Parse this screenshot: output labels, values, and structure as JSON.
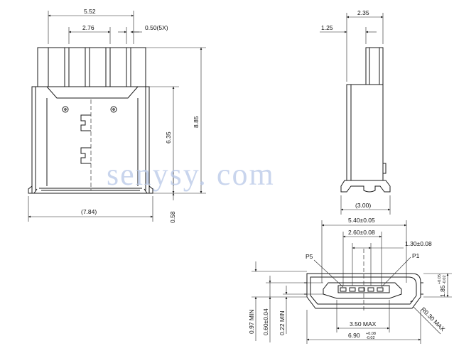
{
  "watermark": "senysy. com",
  "front_view": {
    "dims": {
      "overall_width": "5.52",
      "inner_width": "2.76",
      "pitch": "0.50(5X)",
      "body_width": "(7.84)",
      "height_total": "8.85",
      "height_body": "6.35",
      "foot": "0.58"
    }
  },
  "side_view": {
    "dims": {
      "width": "2.35",
      "offset": "1.25",
      "base": "(3.00)"
    }
  },
  "end_view": {
    "dims": {
      "outer": "5.40±0.05",
      "inner": "2.60±0.08",
      "pin_spacing": "1.30±0.08",
      "pin_left": "P5",
      "pin_right": "P1",
      "opening": "3.50  MAX",
      "overall": "6.90",
      "overall_tol_upper": "+0.08",
      "overall_tol_lower": "-0.02",
      "height": "1.85",
      "height_tol_upper": "+0.05",
      "height_tol_lower": "-0.02",
      "min_097": "0.97  MIN",
      "tol_060": "0.60±0.04",
      "min_022": "0.22  MIN",
      "radius": "R0.30  MAX"
    }
  }
}
